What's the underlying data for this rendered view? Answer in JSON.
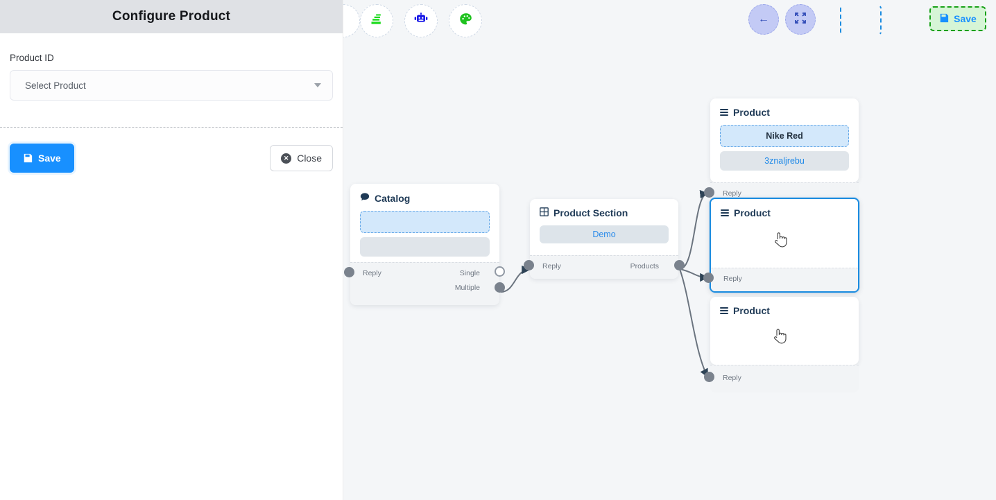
{
  "sidebar": {
    "title": "Configure Product",
    "field_label": "Product ID",
    "select": {
      "placeholder": "Select Product",
      "value": "Select Product"
    },
    "save_label": "Save",
    "close_label": "Close"
  },
  "toolbar": {
    "left_icons": [
      {
        "name": "stack-icon",
        "glyph": "≣"
      },
      {
        "name": "robot-icon",
        "glyph": "✦"
      },
      {
        "name": "palette-icon",
        "glyph": "●"
      }
    ],
    "back_glyph": "←",
    "fit_glyph": "⤢",
    "save_label": "Save"
  },
  "nodes": {
    "catalog": {
      "title": "Catalog",
      "icon": "chat-bubble-icon",
      "bar_dashed_text": "",
      "bar_gray_text": "",
      "ports": {
        "reply": "Reply",
        "single": "Single",
        "multiple": "Multiple"
      }
    },
    "product_section": {
      "title": "Product Section",
      "icon": "grid-icon",
      "demo_label": "Demo",
      "ports": {
        "reply": "Reply",
        "products": "Products"
      }
    },
    "product_1": {
      "title": "Product",
      "icon": "list-icon",
      "bar_dashed_text": "Nike Red",
      "bar_gray_text": "3znaljrebu",
      "ports": {
        "reply": "Reply"
      }
    },
    "product_2": {
      "title": "Product",
      "icon": "list-icon",
      "selected": true,
      "ports": {
        "reply": "Reply"
      }
    },
    "product_3": {
      "title": "Product",
      "icon": "list-icon",
      "ports": {
        "reply": "Reply"
      }
    }
  },
  "colors": {
    "accent_blue": "#1890ff",
    "panel_header": "#dfe1e5",
    "canvas_bg": "#f4f6f8",
    "save_green_bg": "#d6f5d6",
    "save_green_border": "#17a017",
    "node_selected": "#1c8ce0"
  }
}
